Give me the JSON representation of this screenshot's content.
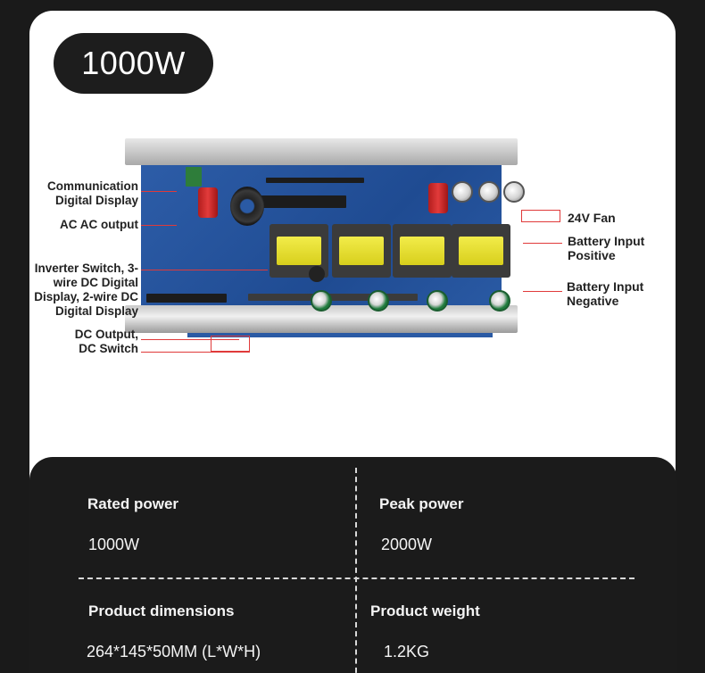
{
  "badge": {
    "text": "1000W"
  },
  "callouts": {
    "comm_display": "Communication\nDigital Display",
    "ac_output": "AC AC output",
    "inverter_switch": "Inverter Switch, 3-\nwire DC Digital\nDisplay, 2-wire DC\nDigital Display",
    "dc_output": "DC Output,\nDC Switch",
    "fan": "24V Fan",
    "battery_positive": "Battery Input\nPositive",
    "battery_negative": "Battery Input\nNegative"
  },
  "specs": {
    "rated_power_label": "Rated power",
    "rated_power_value": "1000W",
    "peak_power_label": "Peak power",
    "peak_power_value": "2000W",
    "dimensions_label": "Product dimensions",
    "dimensions_value": "264*145*50MM (L*W*H)",
    "weight_label": "Product weight",
    "weight_value": "1.2KG"
  },
  "colors": {
    "background": "#1a1a1a",
    "card": "#ffffff",
    "callout_line": "#e03a3a",
    "pcb": "#2d5da8"
  }
}
